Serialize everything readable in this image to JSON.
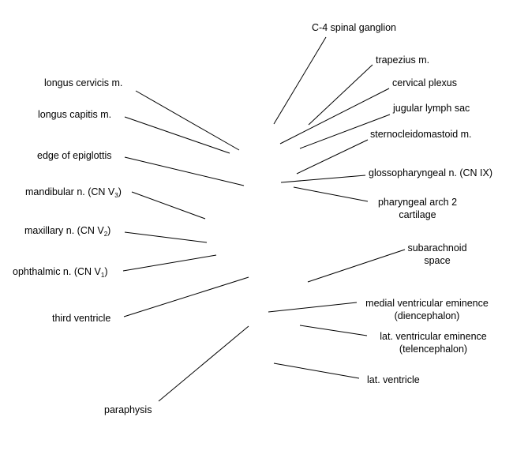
{
  "labels": {
    "c4_spinal_ganglion": "C-4 spinal ganglion",
    "trapezius": "trapezius m.",
    "cervical_plexus": "cervical plexus",
    "jugular_lymph_sac": "jugular lymph sac",
    "sternocleidomastoid": "sternocleidomastoid m.",
    "glossopharyngeal": "glossopharyngeal n. (CN IX)",
    "pharyngeal_arch_line1": "pharyngeal arch 2",
    "pharyngeal_arch_line2": "cartilage",
    "subarachnoid_line1": "subarachnoid",
    "subarachnoid_line2": "space",
    "medial_ventricular_line1": "medial ventricular eminence",
    "medial_ventricular_line2": "(diencephalon)",
    "lat_ventricular_line1": "lat. ventricular eminence",
    "lat_ventricular_line2": "(telencephalon)",
    "lat_ventricle": "lat. ventricle",
    "longus_cervicis": "longus cervicis m.",
    "longus_capitis": "longus capitis m.",
    "edge_of_epiglottis": "edge of epiglottis",
    "mandibular_prefix": "mandibular n. (CN V",
    "mandibular_sub": "3",
    "mandibular_suffix": ")",
    "maxillary_prefix": "maxillary n. (CN V",
    "maxillary_sub": "2",
    "maxillary_suffix": ")",
    "ophthalmic_prefix": "ophthalmic n. (CN V",
    "ophthalmic_sub": "1",
    "ophthalmic_suffix": ")",
    "third_ventricle": "third ventricle",
    "paraphysis": "paraphysis"
  }
}
